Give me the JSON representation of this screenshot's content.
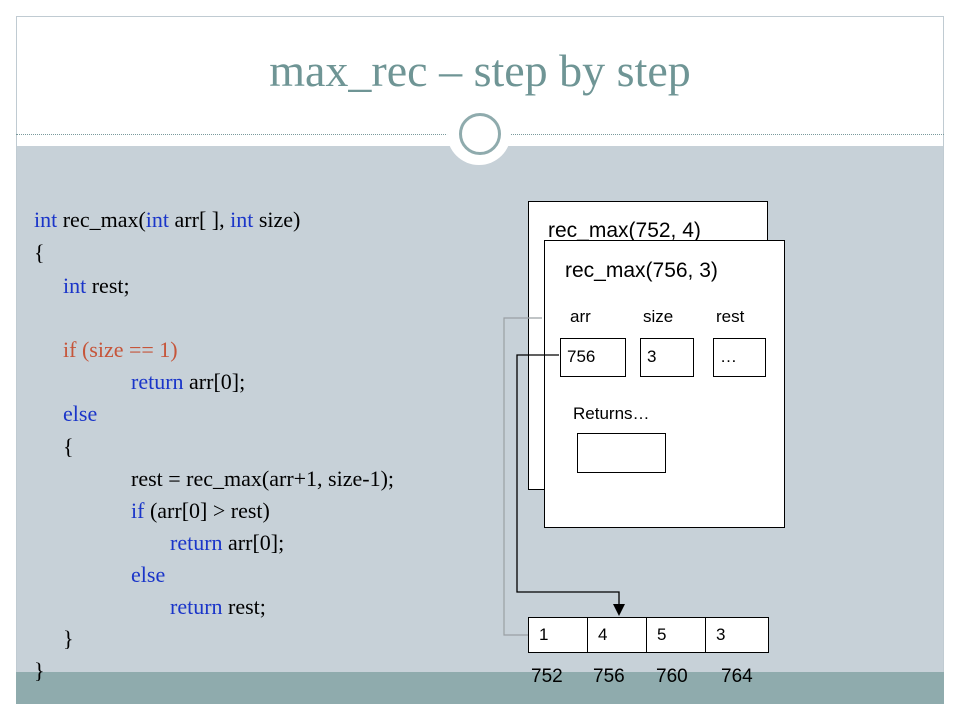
{
  "title": "max_rec – step by step",
  "code": {
    "lines": [
      {
        "kw": "int",
        "a": " rec_max(",
        "kw2": "int",
        "b": " arr[ ], ",
        "kw3": "int",
        "c": " size)"
      },
      "{",
      {
        "kw": "int",
        "a": " rest;"
      },
      "if (size == 1)",
      {
        "kw": "return",
        "a": " arr[0];"
      },
      "else",
      "{",
      {
        "a": "rest = rec_max(arr+1, size-1);"
      },
      {
        "kw": "if",
        "a": " (arr[0] > rest)"
      },
      {
        "kw": "return",
        "a": " arr[0];"
      },
      "else",
      {
        "kw": "return",
        "a": " rest;"
      },
      "}",
      "}"
    ]
  },
  "frames": {
    "outer_title": "rec_max(752, 4)",
    "inner_title": "rec_max(756, 3)",
    "col_arr": "arr",
    "col_size": "size",
    "col_rest": "rest",
    "val_arr": "756",
    "val_size": "3",
    "val_rest": "…",
    "returns_label": "Returns…"
  },
  "array": {
    "values": [
      "1",
      "4",
      "5",
      "3"
    ],
    "addresses": [
      "752",
      "756",
      "760",
      "764"
    ]
  }
}
